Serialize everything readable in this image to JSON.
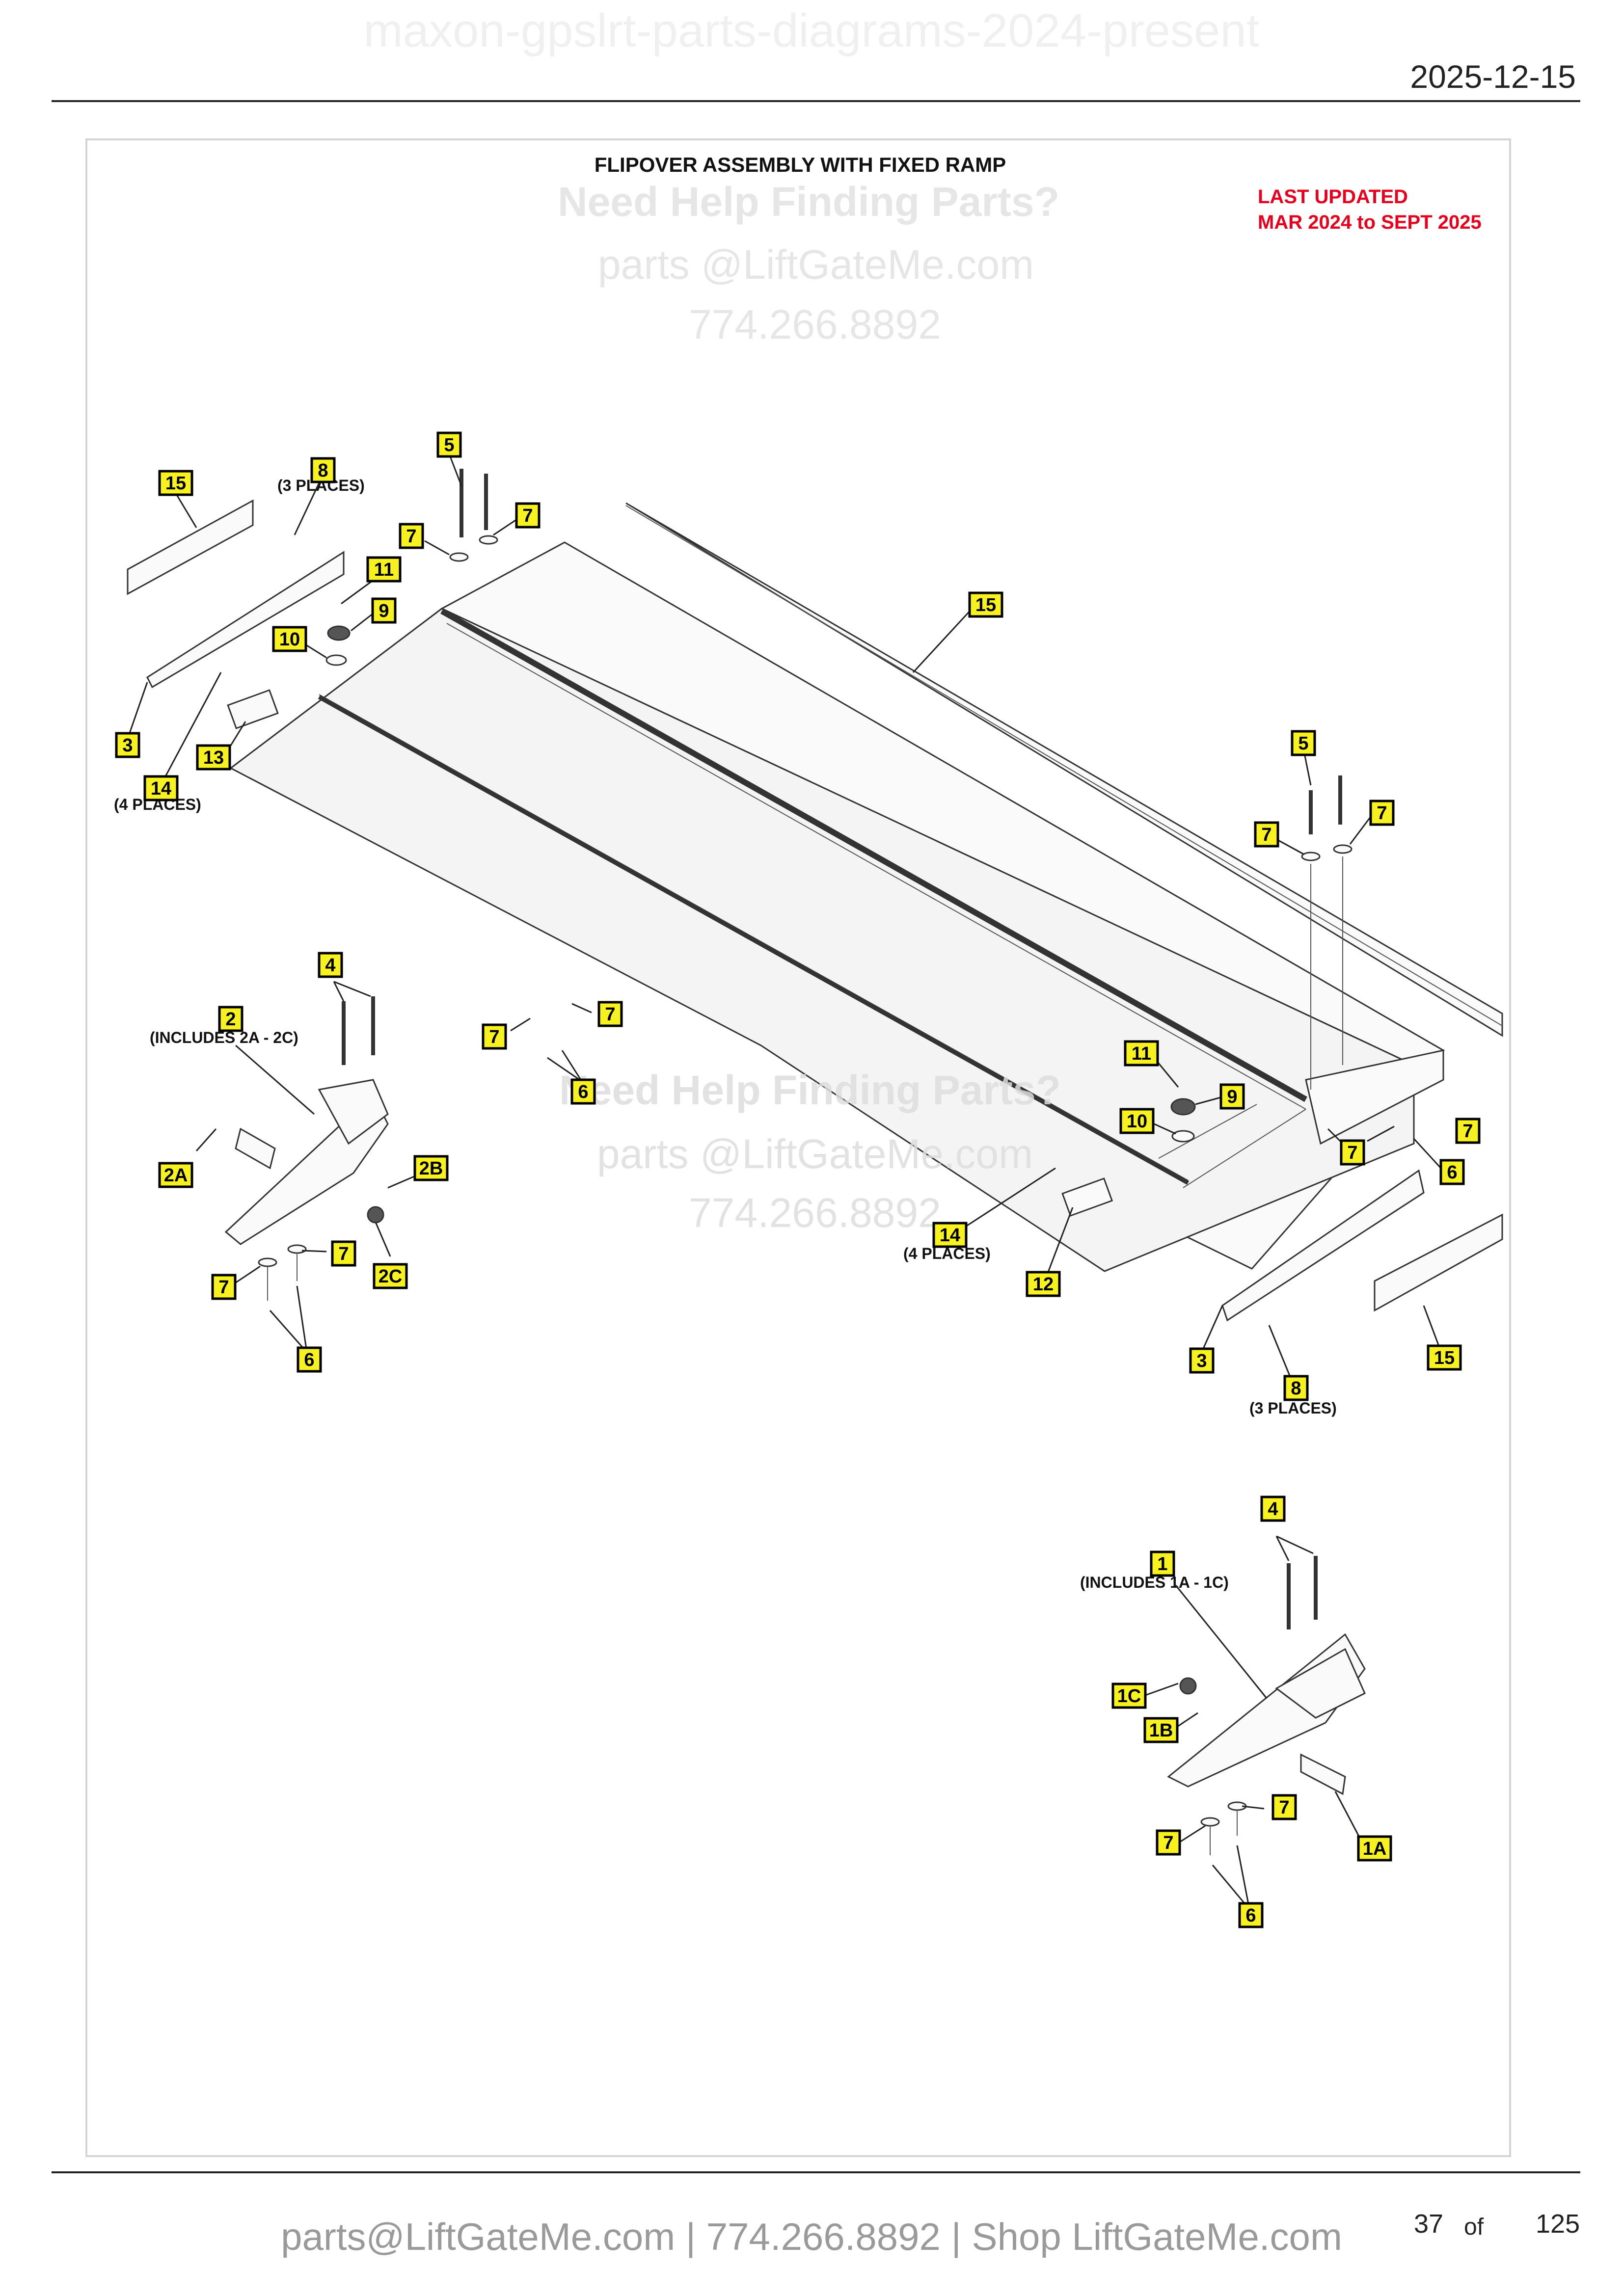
{
  "document": {
    "title": "maxon-gpslrt-parts-diagrams-2024-present",
    "date": "2025-12-15",
    "page_current": "37",
    "page_of": "of",
    "page_total": "125",
    "footer_contact": "parts@LiftGateMe.com | 774.266.8892 | Shop LiftGateMe.com"
  },
  "diagram": {
    "title": "FLIPOVER ASSEMBLY WITH FIXED RAMP",
    "last_updated_line1": "LAST UPDATED",
    "last_updated_line2": "MAR 2024 to SEPT 2025",
    "accent_color": "#e8001c",
    "callout_color": "#f7f21f",
    "watermark_line1": "Need Help Finding Parts?",
    "watermark_line2": "parts @LiftGateMe.com",
    "watermark_line3": "774.266.8892",
    "notes": {
      "three_places": "(3 PLACES)",
      "four_places": "(4 PLACES)",
      "includes_2": "(INCLUDES 2A - 2C)",
      "includes_1": "(INCLUDES 1A - 1C)"
    },
    "callouts": [
      "15",
      "8",
      "5",
      "7",
      "7",
      "11",
      "9",
      "10",
      "3",
      "14",
      "13",
      "15",
      "5",
      "7",
      "7",
      "4",
      "2",
      "7",
      "7",
      "6",
      "2A",
      "2B",
      "7",
      "7",
      "2C",
      "6",
      "11",
      "9",
      "10",
      "7",
      "6",
      "7",
      "14",
      "12",
      "3",
      "8",
      "15",
      "4",
      "1",
      "1C",
      "1B",
      "7",
      "7",
      "1A",
      "6"
    ]
  }
}
